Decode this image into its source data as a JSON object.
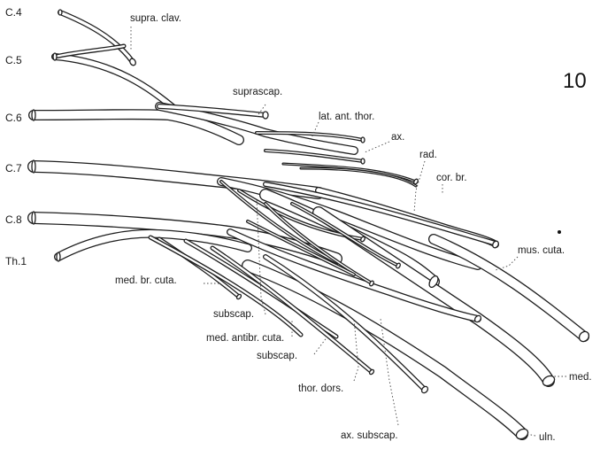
{
  "figure_number": "10",
  "roots": [
    "C.4",
    "C.5",
    "C.6",
    "C.7",
    "C.8",
    "Th.1"
  ],
  "nerves": {
    "supra_clav": "supra. clav.",
    "suprascap": "suprascap.",
    "lat_ant_thor": "lat. ant. thor.",
    "ax": "ax.",
    "rad": "rad.",
    "cor_br": "cor. br.",
    "mus_cuta": "mus. cuta.",
    "med_br_cuta": "med. br. cuta.",
    "subscap_1": "subscap.",
    "med_antibr_cuta": "med. antibr. cuta.",
    "subscap_2": "subscap.",
    "thor_dors": "thor. dors.",
    "med": "med.",
    "ax_subscap": "ax. subscap.",
    "uln": "uln."
  }
}
